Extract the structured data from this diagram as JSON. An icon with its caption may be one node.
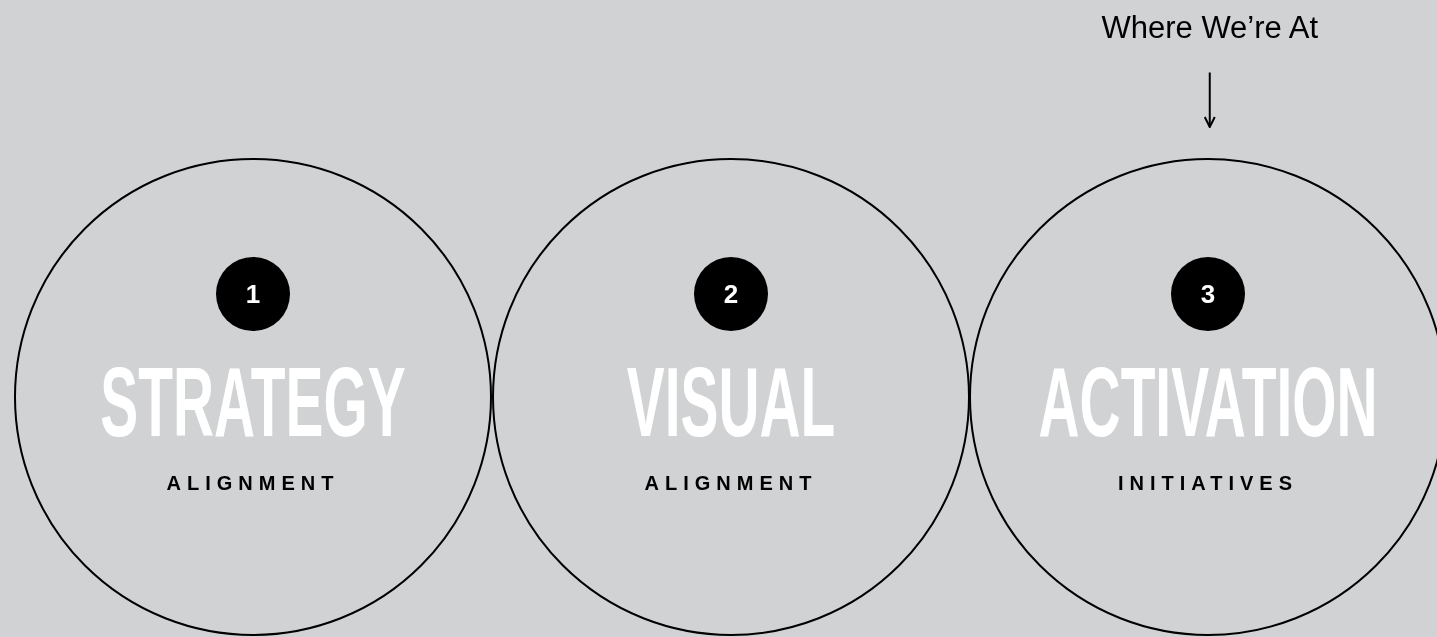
{
  "diagram": {
    "nodes": [
      {
        "text": [
          "STRATEGY",
          "ALIGNMENT"
        ]
      },
      {
        "text": [
          "1"
        ],
        "in": 0
      },
      {
        "text": [
          "VISUAL",
          "ALIGNMENT"
        ]
      },
      {
        "text": [
          "2"
        ],
        "in": 2
      },
      {
        "text": [
          "ACTIVATION",
          "INITIATIVES"
        ]
      },
      {
        "text": [
          "3"
        ],
        "in": 4
      },
      {
        "text": [
          "Where We’re At"
        ]
      }
    ],
    "edges": [
      {
        "from": 6,
        "to": 4,
        "arrow": "to"
      }
    ]
  }
}
